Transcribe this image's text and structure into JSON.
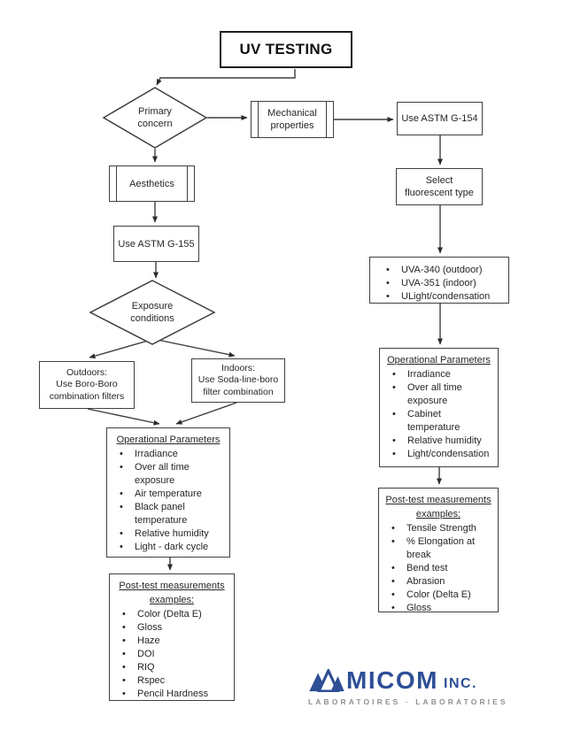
{
  "title_box": {
    "label": "UV TESTING"
  },
  "nodes": {
    "primary": {
      "line1": "Primary",
      "line2": "concern"
    },
    "mechanical": {
      "line1": "Mechanical",
      "line2": "properties"
    },
    "astm_g154": {
      "label": "Use ASTM G-154"
    },
    "aesthetics": {
      "label": "Aesthetics"
    },
    "astm_g155": {
      "label": "Use ASTM G-155"
    },
    "exposure": {
      "line1": "Exposure",
      "line2": "conditions"
    },
    "outdoors": {
      "line1": "Outdoors:",
      "line2": "Use Boro-Boro",
      "line3": "combination filters"
    },
    "indoors": {
      "line1": "Indoors:",
      "line2": "Use Soda-line-boro",
      "line3": "filter combination"
    },
    "select_fluorescent": {
      "line1": "Select",
      "line2": "fluorescent type"
    },
    "uva_list": {
      "items": [
        "UVA-340 (outdoor)",
        "UVA-351 (indoor)",
        "ULight/condensation"
      ]
    },
    "op_left": {
      "title": "Operational Parameters",
      "items": [
        "Irradiance",
        "Over all time exposure",
        "Air temperature",
        "Black panel temperature",
        "Relative humidity",
        "Light - dark cycle"
      ]
    },
    "post_left": {
      "title_line1": "Post-test measurements",
      "title_line2": "examples:",
      "items": [
        "Color (Delta E)",
        "Gloss",
        "Haze",
        "DOI",
        "RIQ",
        "Rspec",
        "Pencil Hardness"
      ]
    },
    "op_right": {
      "title": "Operational Parameters",
      "items": [
        "Irradiance",
        "Over all time exposure",
        "Cabinet temperature",
        "Relative humidity",
        "Light/condensation"
      ]
    },
    "post_right": {
      "title_line1": "Post-test measurements",
      "title_line2": "examples:",
      "items": [
        "Tensile Strength",
        "% Elongation at break",
        "Bend test",
        "Abrasion",
        "Color (Delta E)",
        "Gloss"
      ]
    }
  },
  "logo": {
    "name": "MICOM",
    "suffix": "INC.",
    "tagline": "LABORATOIRES · LABORATORIES",
    "brand_color": "#2e4f96",
    "tagline_color": "#8f9194"
  },
  "line_color": "#3f3f3f"
}
